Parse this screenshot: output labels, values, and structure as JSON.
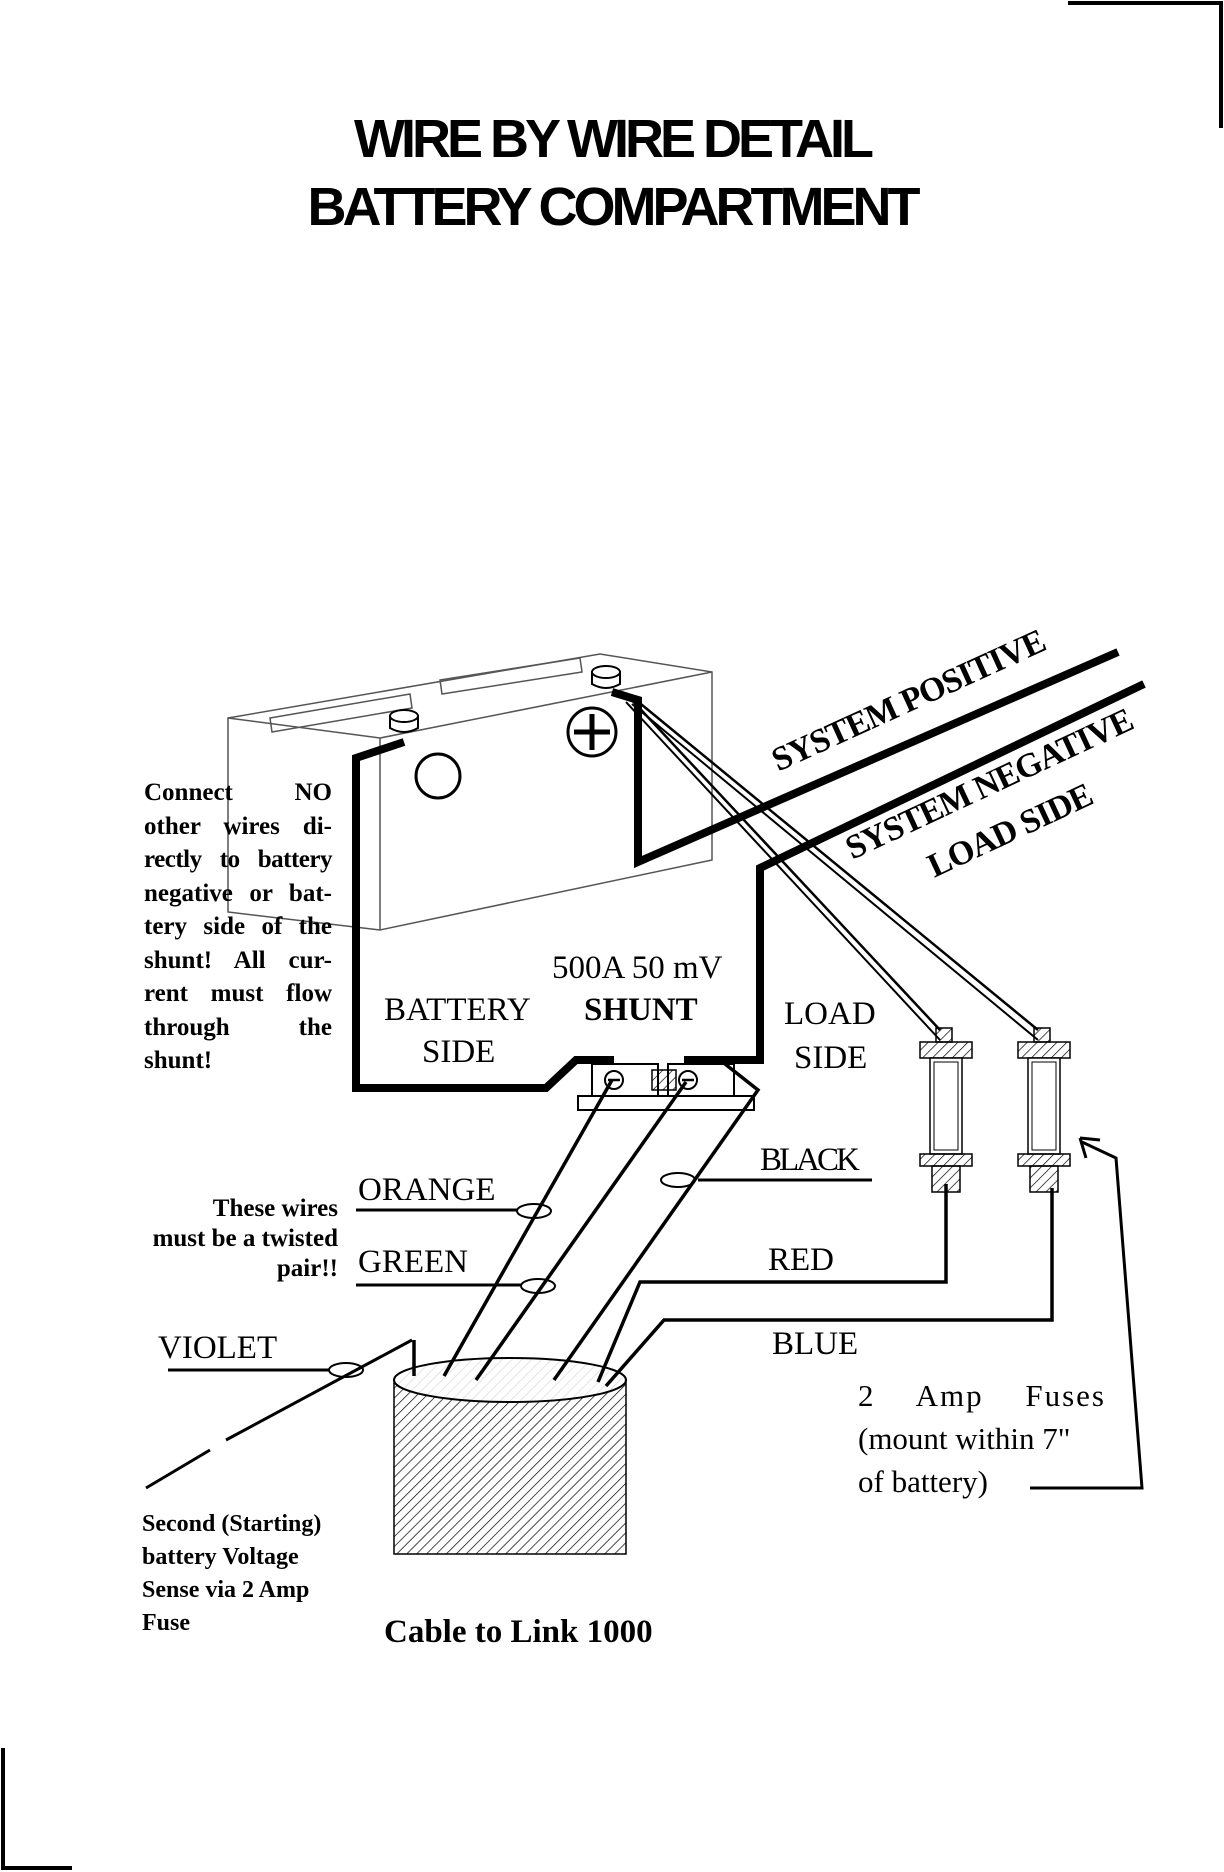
{
  "title": {
    "line1": "WIRE BY WIRE DETAIL",
    "line2": "BATTERY COMPARTMENT"
  },
  "battery": {
    "negative_symbol": "-",
    "positive_symbol": "+"
  },
  "system_labels": {
    "positive": "SYSTEM POSITIVE",
    "negative": "SYSTEM NEGATIVE",
    "load_side": "LOAD SIDE"
  },
  "warning_note": [
    "Connect NO",
    "other wires di-",
    "rectly to battery",
    "negative or bat-",
    "tery side of the",
    "shunt! All cur-",
    "rent must flow",
    "through the",
    "shunt!"
  ],
  "shunt": {
    "rating": "500A 50 mV",
    "label": "SHUNT",
    "battery_side_1": "BATTERY",
    "battery_side_2": "SIDE",
    "load_side_1": "LOAD",
    "load_side_2": "SIDE"
  },
  "wires": {
    "orange": "ORANGE",
    "green": "GREEN",
    "violet": "VIOLET",
    "black": "BLACK",
    "red": "RED",
    "blue": "BLUE"
  },
  "twisted_note": [
    "These wires",
    "must be a twisted",
    "pair!!"
  ],
  "fuse_note": [
    "2 Amp Fuses",
    "(mount within 7\"",
    "of battery)"
  ],
  "second_battery_note": [
    "Second (Starting)",
    "battery Voltage",
    "Sense via 2 Amp",
    "Fuse"
  ],
  "cable_label": "Cable to Link 1000"
}
